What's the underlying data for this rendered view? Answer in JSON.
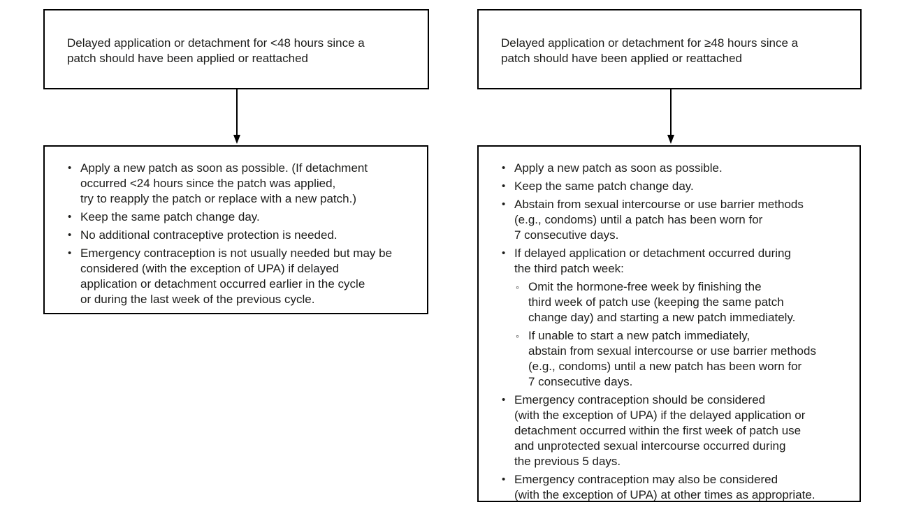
{
  "icons": {
    "bullet": "•",
    "sub_bullet": "◦",
    "arrow": "down-arrow"
  },
  "colors": {
    "border": "#000000",
    "text": "#1d1d1b",
    "background": "#ffffff"
  },
  "left": {
    "condition": "Delayed application or detachment for <48 hours since a\npatch should have been applied or reattached",
    "bullets": [
      {
        "text": "Apply a new patch as soon as possible. (If detachment\noccurred <24 hours since the patch was applied,\ntry to reapply the patch or replace with a new patch.)"
      },
      {
        "text": "Keep the same patch change day."
      },
      {
        "text": "No additional contraceptive protection is needed."
      },
      {
        "text": "Emergency contraception is not usually needed but may be\nconsidered (with the exception of UPA) if delayed\napplication or detachment occurred earlier in the cycle\nor during the last week of the previous cycle."
      }
    ]
  },
  "right": {
    "condition": "Delayed application or detachment for ≥48 hours since a\npatch should have been applied or reattached",
    "bullets": [
      {
        "text": "Apply a new patch as soon as possible."
      },
      {
        "text": "Keep the same patch change day."
      },
      {
        "text": "Abstain from sexual intercourse or use barrier methods\n(e.g., condoms) until a patch has been worn for\n7 consecutive days."
      },
      {
        "text": "If delayed application or detachment occurred during\nthe third patch week:",
        "sub": [
          "Omit the hormone-free week by finishing the\nthird week of patch use (keeping the same patch\nchange day) and starting a new patch immediately.",
          "If unable to start a new patch immediately,\nabstain from sexual intercourse or use barrier methods\n(e.g., condoms) until a new patch has been worn for\n7 consecutive days."
        ]
      },
      {
        "text": "Emergency contraception should be considered\n(with the exception of UPA) if the delayed application or\ndetachment occurred within the first week of patch use\nand unprotected sexual intercourse occurred during\nthe previous 5 days."
      },
      {
        "text": "Emergency contraception may also be considered\n(with the exception of UPA) at other times as appropriate."
      }
    ]
  }
}
